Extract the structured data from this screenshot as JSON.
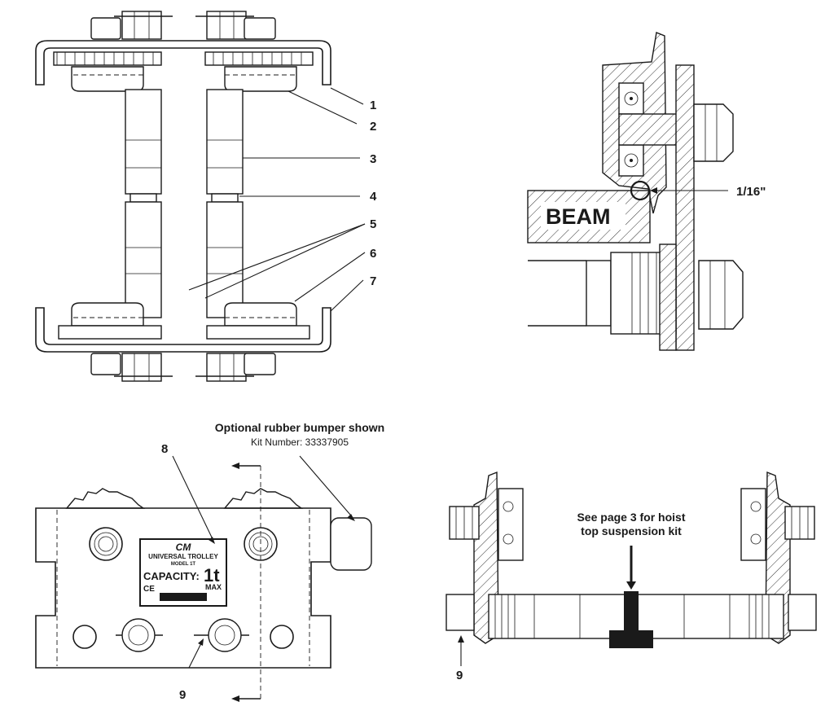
{
  "callouts": {
    "c1": "1",
    "c2": "2",
    "c3": "3",
    "c4": "4",
    "c5": "5",
    "c6": "6",
    "c7": "7",
    "c8": "8",
    "c9a": "9",
    "c9b": "9"
  },
  "detail": {
    "beam_label": "BEAM",
    "gap_label": "1/16\""
  },
  "bumper_note": {
    "title": "Optional rubber bumper shown",
    "kit": "Kit Number: 33337905"
  },
  "suspension_note": {
    "line1": "See page 3 for hoist",
    "line2": "top suspension kit"
  },
  "nameplate": {
    "logo": "CM",
    "product": "UNIVERSAL TROLLEY",
    "model": "MODEL 1T",
    "capacity_label": "CAPACITY:",
    "capacity_value": "1t",
    "capacity_max": "MAX",
    "ce_mark": "CE"
  }
}
